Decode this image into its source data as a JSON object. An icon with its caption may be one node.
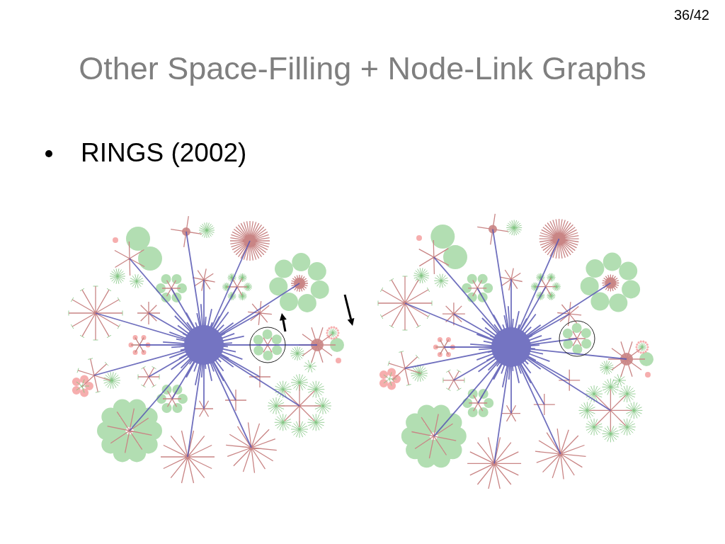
{
  "diagram": {
    "title": "Other Space-Filling + Node-Link Graphs",
    "labels": [
      "36/42",
      "RINGS (2002)"
    ]
  }
}
